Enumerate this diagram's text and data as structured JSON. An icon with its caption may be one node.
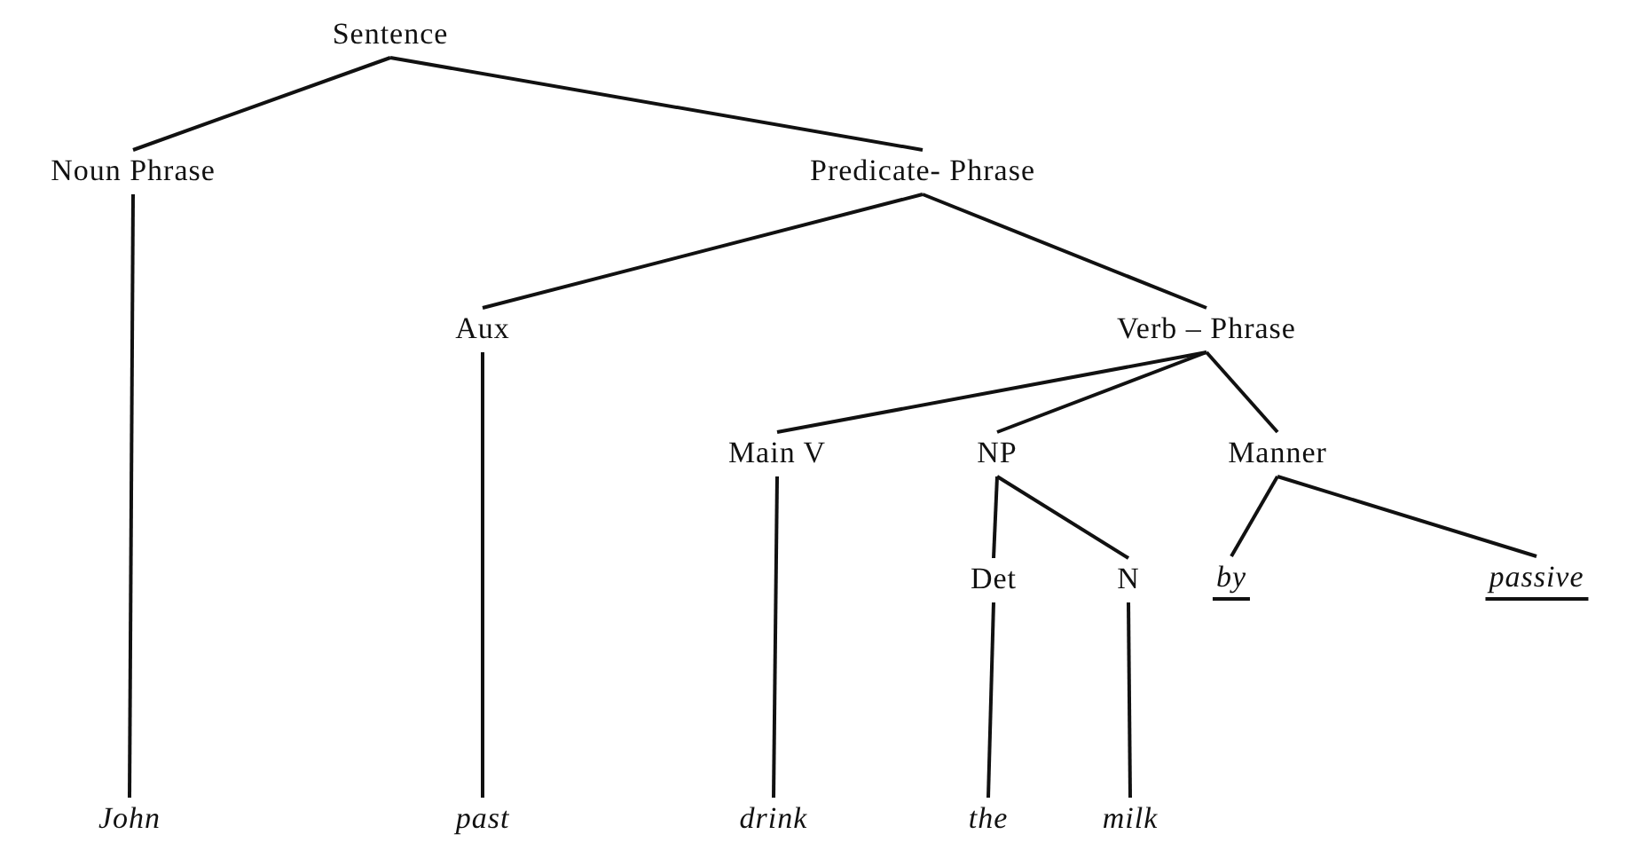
{
  "diagram": {
    "nodes": [
      {
        "text": [
          "Sentence"
        ]
      },
      {
        "text": [
          "Noun Phrase"
        ]
      },
      {
        "text": [
          "Predicate- Phrase"
        ]
      },
      {
        "text": [
          "Aux"
        ]
      },
      {
        "text": [
          "Verb – Phrase"
        ]
      },
      {
        "text": [
          "Main V"
        ]
      },
      {
        "text": [
          "NP"
        ]
      },
      {
        "text": [
          "Manner"
        ]
      },
      {
        "text": [
          "Det"
        ]
      },
      {
        "text": [
          "N"
        ]
      },
      {
        "text": [
          "by"
        ]
      },
      {
        "text": [
          "passive"
        ]
      },
      {
        "text": [
          "John"
        ]
      },
      {
        "text": [
          "past"
        ]
      },
      {
        "text": [
          "drink"
        ]
      },
      {
        "text": [
          "the"
        ]
      },
      {
        "text": [
          "milk"
        ]
      }
    ],
    "edges": [
      {
        "from": 0,
        "to": 1,
        "arrow": "none"
      },
      {
        "from": 0,
        "to": 2,
        "arrow": "none"
      },
      {
        "from": 1,
        "to": 12,
        "arrow": "none"
      },
      {
        "from": 2,
        "to": 3,
        "arrow": "none"
      },
      {
        "from": 2,
        "to": 4,
        "arrow": "none"
      },
      {
        "from": 3,
        "to": 13,
        "arrow": "none"
      },
      {
        "from": 4,
        "to": 5,
        "arrow": "none"
      },
      {
        "from": 4,
        "to": 6,
        "arrow": "none"
      },
      {
        "from": 4,
        "to": 7,
        "arrow": "none"
      },
      {
        "from": 5,
        "to": 14,
        "arrow": "none"
      },
      {
        "from": 6,
        "to": 8,
        "arrow": "none"
      },
      {
        "from": 6,
        "to": 9,
        "arrow": "none"
      },
      {
        "from": 7,
        "to": 10,
        "arrow": "none"
      },
      {
        "from": 7,
        "to": 11,
        "arrow": "none"
      },
      {
        "from": 8,
        "to": 15,
        "arrow": "none"
      },
      {
        "from": 9,
        "to": 16,
        "arrow": "none"
      }
    ]
  }
}
